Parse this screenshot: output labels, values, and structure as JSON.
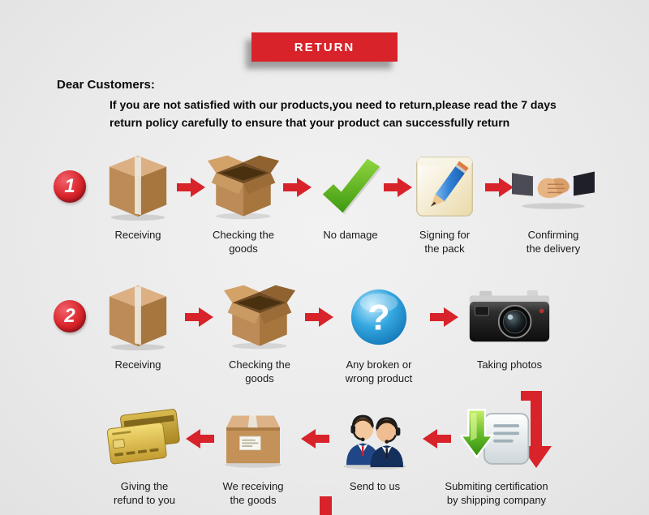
{
  "banner": {
    "label": "RETURN"
  },
  "intro": {
    "heading": "Dear Customers:",
    "body_line1": "If you are not satisfied with our products,you need to return,please read the 7 days",
    "body_line2": "return policy carefully to ensure that your product can successfully return"
  },
  "colors": {
    "accent_red": "#d8232a",
    "background": "#ececec",
    "text": "#1a1a1a",
    "check_green": "#4ea11a",
    "question_blue": "#1287c9",
    "card_gold": "#d9b84a"
  },
  "rows": [
    {
      "badge": "1",
      "direction": "left-to-right",
      "steps": [
        {
          "icon": "closed-box",
          "label": "Receiving"
        },
        {
          "icon": "open-box",
          "label": "Checking the\ngoods"
        },
        {
          "icon": "checkmark",
          "label": "No damage"
        },
        {
          "icon": "signing-pad",
          "label": "Signing for\nthe pack"
        },
        {
          "icon": "handshake",
          "label": "Confirming\nthe delivery"
        }
      ]
    },
    {
      "badge": "2",
      "direction": "left-to-right",
      "steps": [
        {
          "icon": "closed-box",
          "label": "Receiving"
        },
        {
          "icon": "open-box",
          "label": "Checking the\ngoods"
        },
        {
          "icon": "question-mark",
          "label": "Any broken or\nwrong product"
        },
        {
          "icon": "camera",
          "label": "Taking photos"
        }
      ]
    },
    {
      "badge": null,
      "direction": "right-to-left",
      "steps": [
        {
          "icon": "credit-cards",
          "label": "Giving the\nrefund to you"
        },
        {
          "icon": "plain-box",
          "label": "We receiving\nthe goods"
        },
        {
          "icon": "support-team",
          "label": "Send to us"
        },
        {
          "icon": "certification",
          "label": "Submiting certification\nby shipping company"
        }
      ]
    }
  ]
}
